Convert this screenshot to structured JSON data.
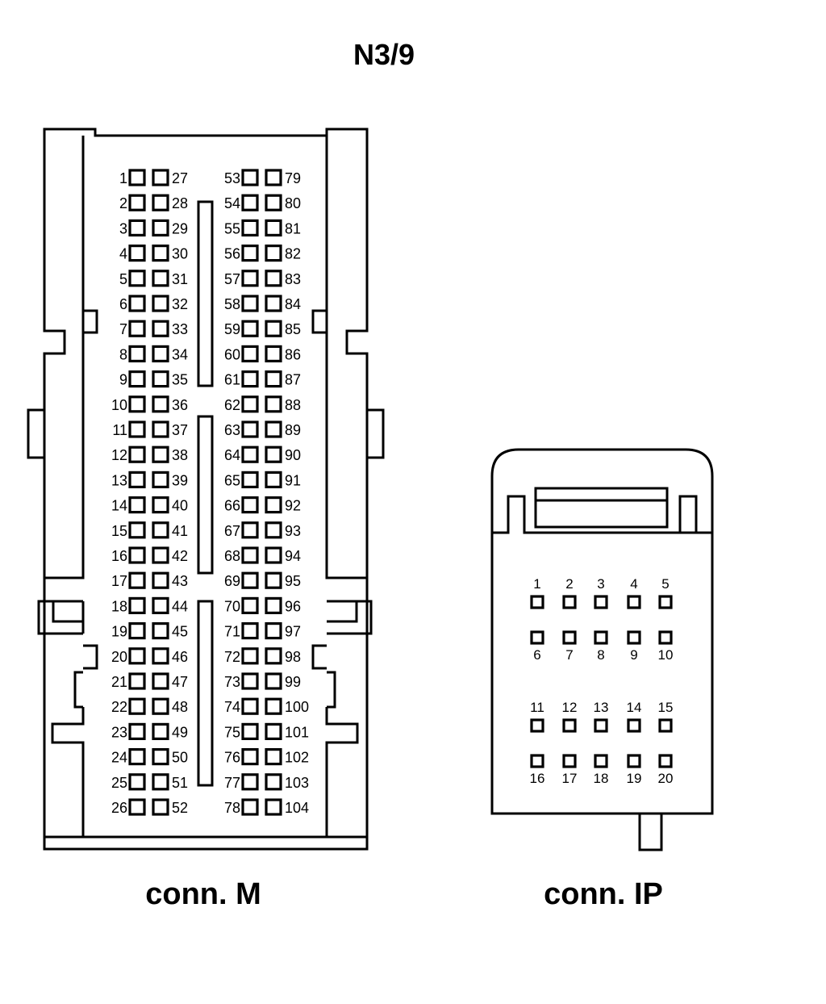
{
  "title": "N3/9",
  "connector_m": {
    "caption": "conn. M",
    "columns": [
      {
        "pins": [
          "1",
          "2",
          "3",
          "4",
          "5",
          "6",
          "7",
          "8",
          "9",
          "10",
          "11",
          "12",
          "13",
          "14",
          "15",
          "16",
          "17",
          "18",
          "19",
          "20",
          "21",
          "22",
          "23",
          "24",
          "25",
          "26"
        ]
      },
      {
        "pins": [
          "27",
          "28",
          "29",
          "30",
          "31",
          "32",
          "33",
          "34",
          "35",
          "36",
          "37",
          "38",
          "39",
          "40",
          "41",
          "42",
          "43",
          "44",
          "45",
          "46",
          "47",
          "48",
          "49",
          "50",
          "51",
          "52"
        ]
      },
      {
        "pins": [
          "53",
          "54",
          "55",
          "56",
          "57",
          "58",
          "59",
          "60",
          "61",
          "62",
          "63",
          "64",
          "65",
          "66",
          "67",
          "68",
          "69",
          "70",
          "71",
          "72",
          "73",
          "74",
          "75",
          "76",
          "77",
          "78"
        ]
      },
      {
        "pins": [
          "79",
          "80",
          "81",
          "82",
          "83",
          "84",
          "85",
          "86",
          "87",
          "88",
          "89",
          "90",
          "91",
          "92",
          "93",
          "94",
          "95",
          "96",
          "97",
          "98",
          "99",
          "100",
          "101",
          "102",
          "103",
          "104"
        ]
      }
    ]
  },
  "connector_ip": {
    "caption": "conn. IP",
    "rows": [
      {
        "pins": [
          "1",
          "2",
          "3",
          "4",
          "5"
        ],
        "label_position": "above"
      },
      {
        "pins": [
          "6",
          "7",
          "8",
          "9",
          "10"
        ],
        "label_position": "below"
      },
      {
        "pins": [
          "11",
          "12",
          "13",
          "14",
          "15"
        ],
        "label_position": "above"
      },
      {
        "pins": [
          "16",
          "17",
          "18",
          "19",
          "20"
        ],
        "label_position": "below"
      }
    ]
  }
}
